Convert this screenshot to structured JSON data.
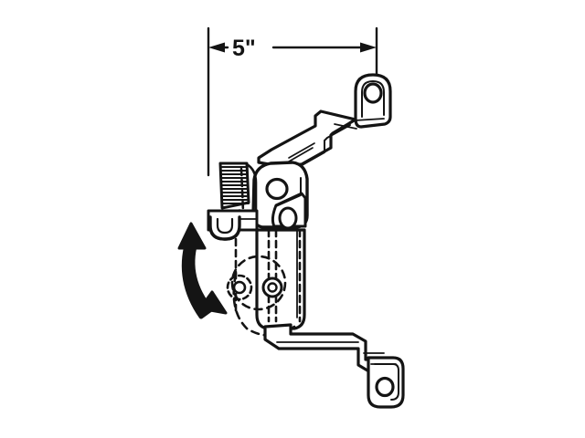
{
  "figure": {
    "title": "Casement Window Lock Operator Assembly",
    "background_color": "#ffffff",
    "line_color": "#141414",
    "fill_color": "#ffffff",
    "view": "side elevation line drawing"
  },
  "dimension": {
    "label": "5\"",
    "value": 5,
    "unit": "inch",
    "arrow_style": "double-headed with extension lines",
    "orientation": "horizontal",
    "measures": "center of knob post to center of upper mounting hole"
  },
  "annotations": {
    "motion_arrow": {
      "name": "swing-motion-arrow",
      "style": "curved double-headed",
      "meaning": "handle swing / rotation range"
    },
    "hidden_lines": {
      "name": "hidden-detail-lines",
      "style": "dashed",
      "meaning": "internal parts and alternate handle position"
    }
  },
  "parts": [
    {
      "id": "knurled-knob",
      "label": "Knurled thumb knob",
      "detail": "ribbed cylindrical grip"
    },
    {
      "id": "hook-clasp",
      "label": "Hook clasp",
      "detail": "U-shaped retaining hook below knob"
    },
    {
      "id": "housing-body",
      "label": "Lock housing",
      "detail": "body with circular pivot hole"
    },
    {
      "id": "latch-tab",
      "label": "Latch tab",
      "detail": "triangular tab with oval slot"
    },
    {
      "id": "upper-arm",
      "label": "Upper mounting arm",
      "detail": "stepped Z-shaped bar"
    },
    {
      "id": "upper-mount-tab",
      "label": "Upper mounting tab",
      "detail": "rounded tab with screw hole"
    },
    {
      "id": "lower-arm",
      "label": "Lower mounting arm",
      "detail": "stepped Z-shaped bar"
    },
    {
      "id": "lower-mount-tab",
      "label": "Lower mounting tab",
      "detail": "rounded tab with screw hole"
    },
    {
      "id": "center-shaft",
      "label": "Center shaft body",
      "detail": "vertical tubular section"
    }
  ]
}
